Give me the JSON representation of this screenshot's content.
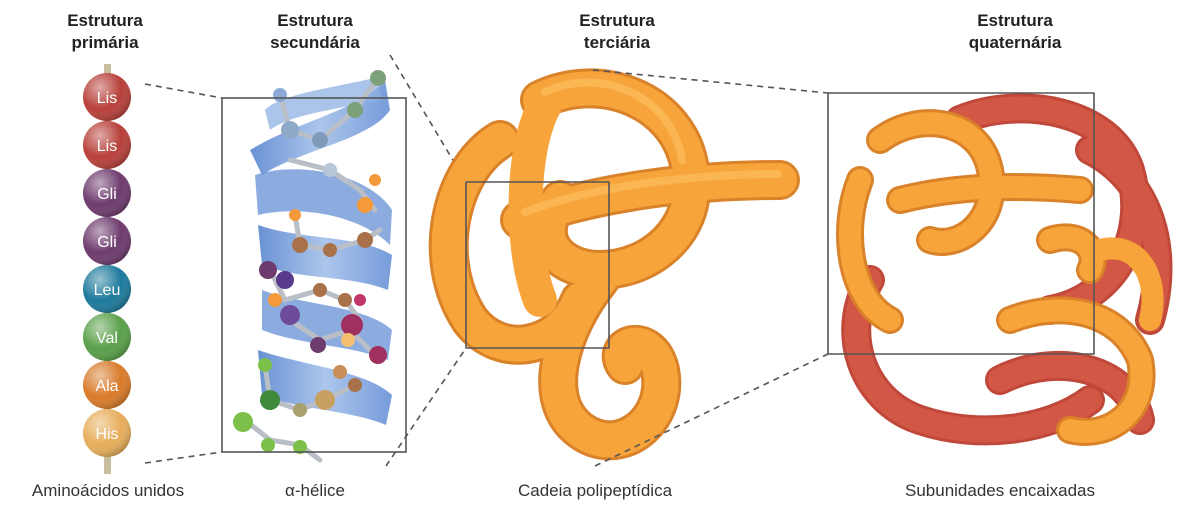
{
  "headings": {
    "primary": [
      "Estrutura",
      "primária"
    ],
    "secondary": [
      "Estrutura",
      "secundária"
    ],
    "tertiary": [
      "Estrutura",
      "terciária"
    ],
    "quaternary": [
      "Estrutura",
      "quaternária"
    ]
  },
  "captions": {
    "primary": "Aminoácidos unidos",
    "secondary": "α-hélice",
    "tertiary": "Cadeia polipeptídica",
    "quaternary": "Subunidades encaixadas"
  },
  "amino_acids": [
    {
      "label": "Lis",
      "color": "#b8403a"
    },
    {
      "label": "Lis",
      "color": "#b8403a"
    },
    {
      "label": "Gli",
      "color": "#6e3b6e"
    },
    {
      "label": "Gli",
      "color": "#6e3b6e"
    },
    {
      "label": "Leu",
      "color": "#1c7a9c"
    },
    {
      "label": "Val",
      "color": "#5aa04a"
    },
    {
      "label": "Ala",
      "color": "#d97b2a"
    },
    {
      "label": "His",
      "color": "#e6ad5a"
    }
  ],
  "colors": {
    "helix_ribbon": "#7ea3de",
    "chain_orange": "#f7a43a",
    "subunit_red": "#d35745",
    "frame": "#555555"
  }
}
